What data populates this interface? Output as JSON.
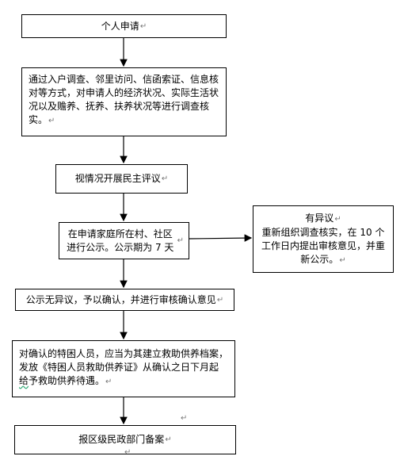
{
  "nodes": {
    "apply": "个人申请",
    "investigate": "通过入户调查、邻里访问、信函索证、信息核对等方式，对申请人的经济状况、实际生活状况以及赡养、抚养、扶养状况等进行调查核实。",
    "review": "视情况开展民主评议",
    "publicize": "在申请家庭所在村、社区进行公示。公示期为 7 天",
    "objection_title": "有异议",
    "objection_body": "重新组织调查核实，在 10 个工作日内提出审核意见，并重新公示。",
    "no_objection": "公示无异议，予以确认，并进行审核确认意见",
    "archive_part1": "对确认的特困人员，应当为其建立救助供养档案，发放《特困人员救助供养证》从确认之日下月起",
    "archive_part2": "给",
    "archive_part3": "予救助供养待遇。",
    "report": "报区级民政部门备案"
  },
  "return_mark": "↵"
}
